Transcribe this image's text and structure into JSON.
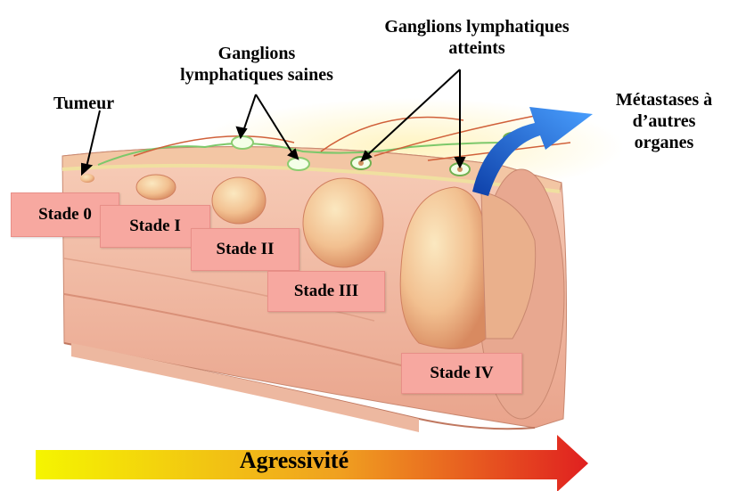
{
  "labels": {
    "tumeur": "Tumeur",
    "ganglions_sains": [
      "Ganglions",
      "lymphatiques saines"
    ],
    "ganglions_atteints": [
      "Ganglions lymphatiques",
      "atteints"
    ],
    "metastases": [
      "Métastases à",
      "d’autres",
      "organes"
    ]
  },
  "stages": [
    "Stade 0",
    "Stade I",
    "Stade II",
    "Stade III",
    "Stade IV"
  ],
  "arrow": {
    "label": "Agressivité",
    "gradient": [
      "#f5f500",
      "#f0a020",
      "#e02020"
    ]
  },
  "colors": {
    "stage_box": "#f7a8a0",
    "tissue": "#f2c0a8",
    "tumor": "#f0c898",
    "metastasis_arrow": "#1e6ee0"
  }
}
